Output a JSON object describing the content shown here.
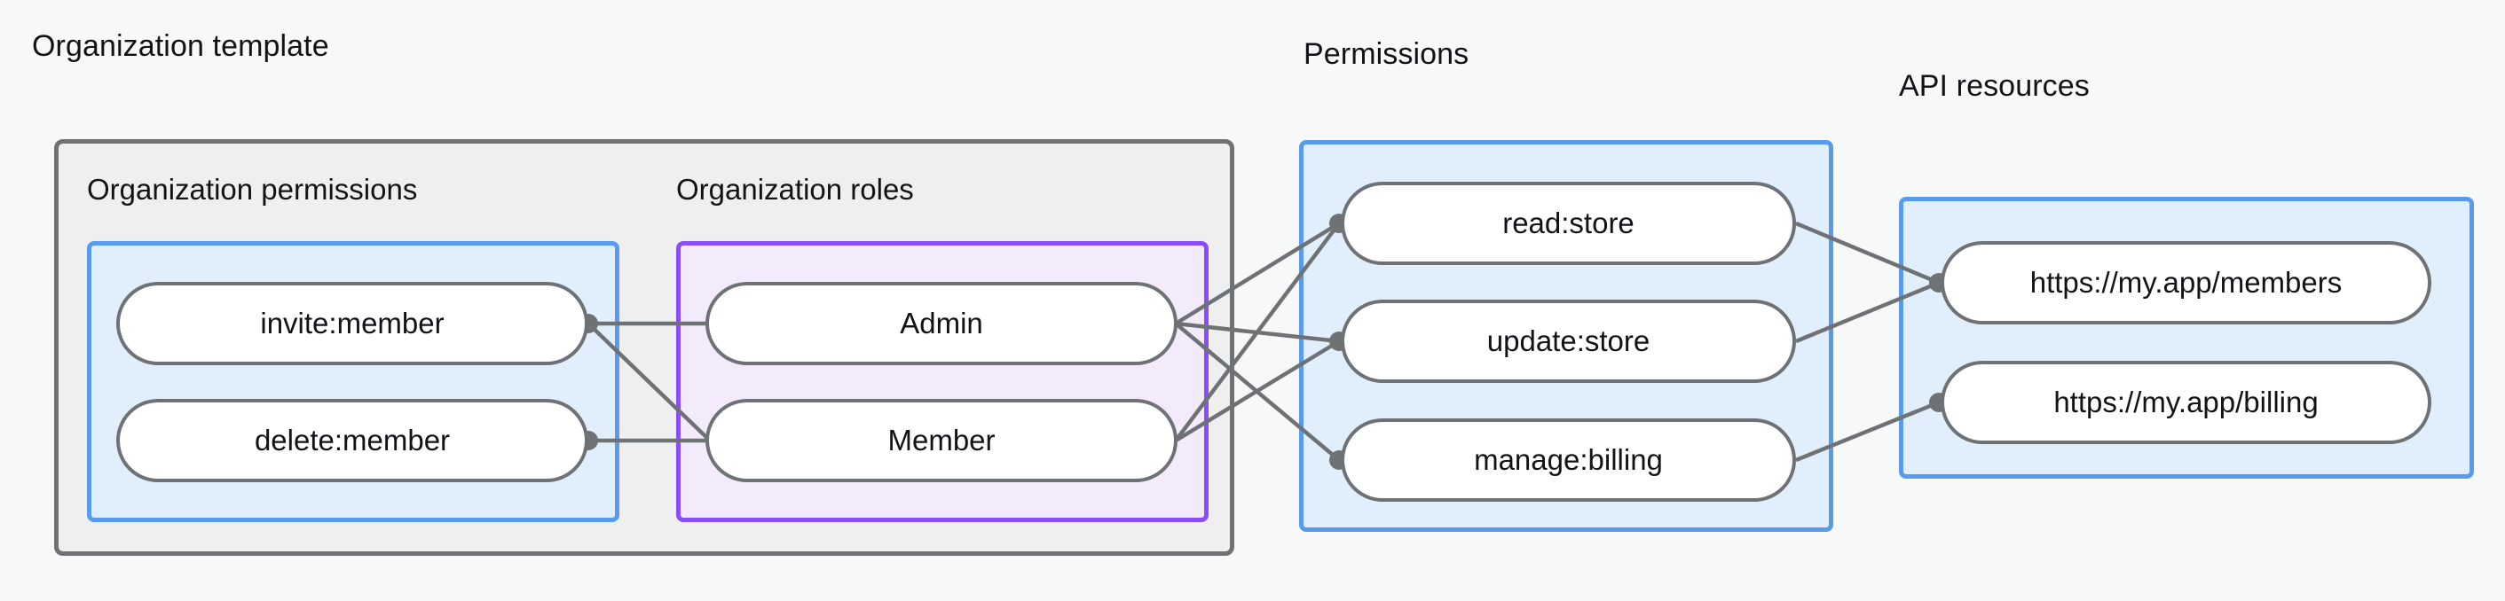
{
  "diagram": {
    "title_org_template": "Organization template",
    "title_permissions": "Permissions",
    "title_api_resources": "API resources",
    "subtitle_org_permissions": "Organization permissions",
    "subtitle_org_roles": "Organization roles",
    "colors": {
      "page_background": "#f7f8f8",
      "outer_box_fill": "#eeefee",
      "outer_box_stroke": "#6f7275",
      "blue_box_fill": "#e1effc",
      "blue_box_stroke": "#589bee",
      "purple_box_fill": "#f3eafc",
      "purple_box_stroke": "#8b4dfb",
      "pill_fill": "#ffffff",
      "pill_stroke": "#6f7275",
      "edge_stroke": "#6f7275",
      "text": "#111317"
    },
    "nodes": {
      "org_permissions": [
        {
          "id": "invite-member",
          "label": "invite:member"
        },
        {
          "id": "delete-member",
          "label": "delete:member"
        }
      ],
      "org_roles": [
        {
          "id": "admin",
          "label": "Admin"
        },
        {
          "id": "member",
          "label": "Member"
        }
      ],
      "permissions": [
        {
          "id": "read-store",
          "label": "read:store"
        },
        {
          "id": "update-store",
          "label": "update:store"
        },
        {
          "id": "manage-billing",
          "label": "manage:billing"
        }
      ],
      "api_resources": [
        {
          "id": "members-url",
          "label": "https://my.app/members"
        },
        {
          "id": "billing-url",
          "label": "https://my.app/billing"
        }
      ]
    },
    "edges": [
      {
        "from": "invite-member",
        "to": "admin"
      },
      {
        "from": "invite-member",
        "to": "member"
      },
      {
        "from": "delete-member",
        "to": "member"
      },
      {
        "from": "admin",
        "to": "read-store"
      },
      {
        "from": "admin",
        "to": "update-store"
      },
      {
        "from": "admin",
        "to": "manage-billing"
      },
      {
        "from": "member",
        "to": "read-store"
      },
      {
        "from": "member",
        "to": "update-store"
      },
      {
        "from": "read-store",
        "to": "members-url"
      },
      {
        "from": "update-store",
        "to": "members-url"
      },
      {
        "from": "manage-billing",
        "to": "billing-url"
      }
    ]
  }
}
